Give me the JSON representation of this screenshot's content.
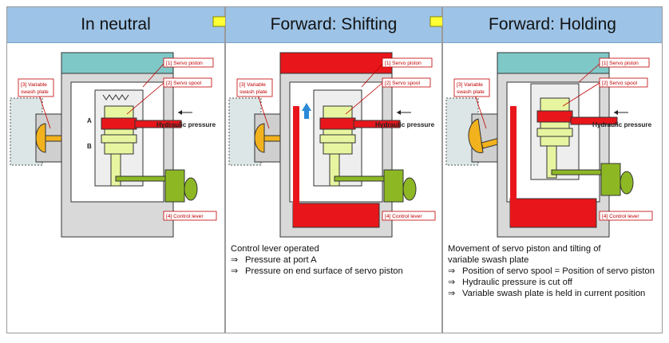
{
  "panels": [
    {
      "title": "In neutral",
      "callouts": {
        "servo_piston": "[1] Servo piston",
        "servo_spool": "[2] Servo spool",
        "swash_line1": "[3] Variable",
        "swash_line2": "swash plate",
        "control_lever": "[4] Control lever",
        "hydraulic": "Hydraulic pressure",
        "port_a": "A",
        "port_b": "B"
      }
    },
    {
      "title": "Forward: Shifting",
      "callouts": {
        "servo_piston": "[1] Servo piston",
        "servo_spool": "[2] Servo spool",
        "swash_line1": "[3] Variable",
        "swash_line2": "swash plate",
        "control_lever": "[4] Control lever",
        "hydraulic": "Hydraulic pressure"
      },
      "description": {
        "lines": [
          "Control lever operated"
        ],
        "bullets": [
          "Pressure at port A",
          "Pressure on end surface of servo piston"
        ]
      }
    },
    {
      "title": "Forward: Holding",
      "callouts": {
        "servo_piston": "[1] Servo piston",
        "servo_spool": "[2] Servo spool",
        "swash_line1": "[3] Variable",
        "swash_line2": "swash plate",
        "control_lever": "[4] Control lever",
        "hydraulic": "Hydraulic pressure"
      },
      "description": {
        "lines": [
          "Movement of servo piston and tilting of",
          "variable swash plate"
        ],
        "bullets": [
          "Position of servo spool = Position of servo piston",
          "Hydraulic pressure is cut off",
          "Variable swash plate is held in current position"
        ]
      }
    }
  ],
  "bullet_symbol": "⇒",
  "colors": {
    "header": "#9dc3e6",
    "arrow": "#ffff33",
    "pressure": "#e8161b",
    "housing": "#d9d9d9",
    "cap": "#7fc8c8",
    "spool": "#e8f5a0",
    "lever": "#8db824",
    "swash": "#f2b21e",
    "callout": "#c00000"
  }
}
